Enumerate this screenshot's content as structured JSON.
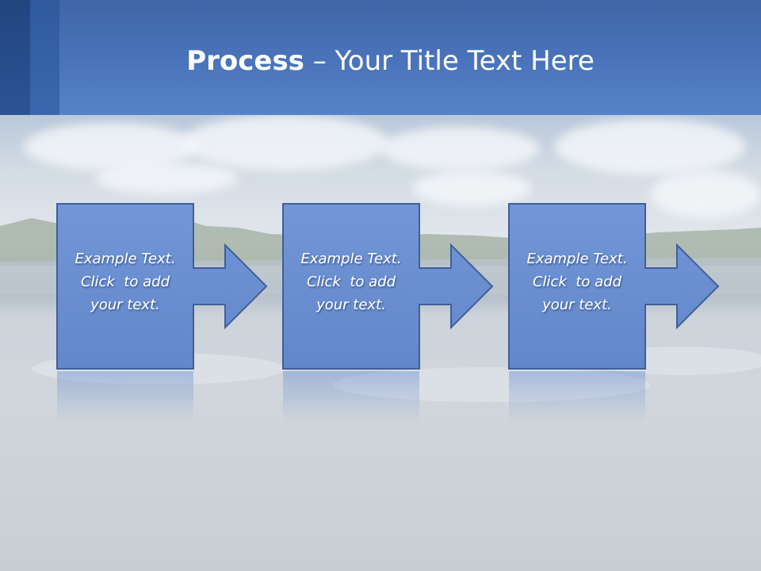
{
  "title": {
    "bold": "Process",
    "rest": " – Your Title Text Here"
  },
  "steps": [
    {
      "lines": [
        "Example Text.",
        "Click  to add",
        "your text."
      ]
    },
    {
      "lines": [
        "Example Text.",
        "Click  to add",
        "your text."
      ]
    },
    {
      "lines": [
        "Example Text.",
        "Click  to add",
        "your text."
      ]
    }
  ],
  "colors": {
    "header": "#4a74bb",
    "shape_fill": "#6a8fd0",
    "shape_stroke": "#3f5f98",
    "text": "#ffffff"
  }
}
